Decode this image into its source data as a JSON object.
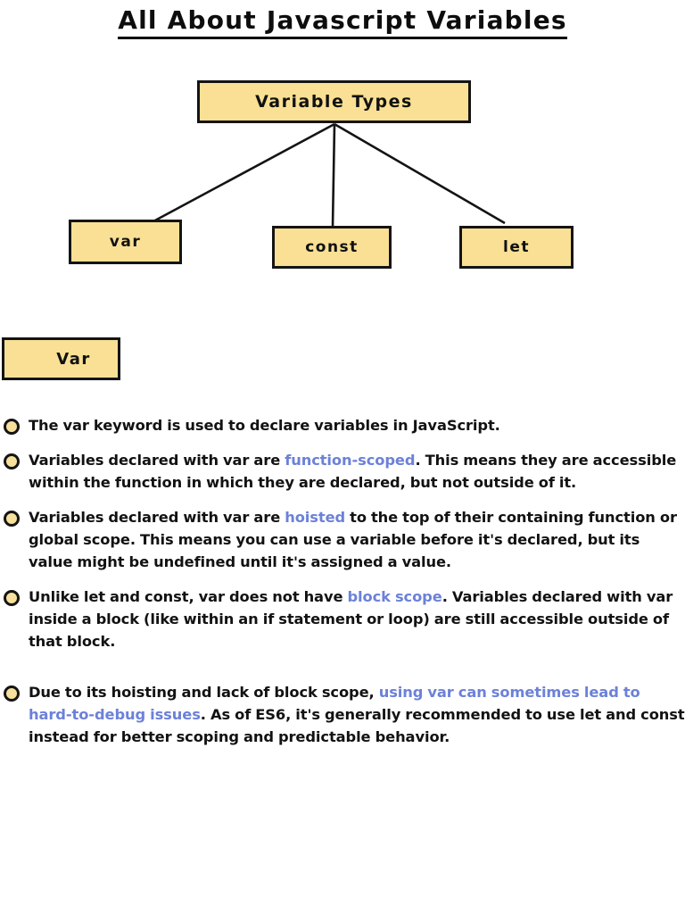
{
  "page": {
    "title": "All About Javascript Variables",
    "background_color": "#ffffff",
    "accent_color": "#6C81D8",
    "box_fill_color": "#F9E094",
    "box_border_color": "#141414"
  },
  "diagram": {
    "root": {
      "label": "Variable Types"
    },
    "children": [
      {
        "label": "var"
      },
      {
        "label": "const"
      },
      {
        "label": "let"
      }
    ]
  },
  "section": {
    "heading": "Var"
  },
  "bullets": [
    {
      "id": "bullet-declare",
      "segments": [
        {
          "text": "The var keyword is used to declare variables in JavaScript.",
          "accent": false
        }
      ]
    },
    {
      "id": "bullet-function-scoped",
      "segments": [
        {
          "text": "Variables declared with var are ",
          "accent": false
        },
        {
          "text": "function-scoped",
          "accent": true
        },
        {
          "text": ". This means they are accessible within the function in which they are declared, but not outside of it.",
          "accent": false
        }
      ]
    },
    {
      "id": "bullet-hoisted",
      "segments": [
        {
          "text": "Variables declared with var are ",
          "accent": false
        },
        {
          "text": "hoisted",
          "accent": true
        },
        {
          "text": " to the top of their containing function or global scope. This means you can use a variable before it's declared, but its value might be undefined until it's assigned a value.",
          "accent": false
        }
      ]
    },
    {
      "id": "bullet-block-scope",
      "segments": [
        {
          "text": "Unlike let and const, var does not have ",
          "accent": false
        },
        {
          "text": "block scope",
          "accent": true
        },
        {
          "text": ". Variables declared with var inside a block (like within an if statement or loop) are still accessible outside of that block.",
          "accent": false
        }
      ]
    },
    {
      "id": "bullet-hard-to-debug",
      "spaced": true,
      "segments": [
        {
          "text": "Due to its hoisting and lack of block scope, ",
          "accent": false
        },
        {
          "text": "using var can sometimes lead to hard-to-debug issues",
          "accent": true
        },
        {
          "text": ". As of ES6, it's generally recommended to use let and const instead for better scoping and predictable behavior.",
          "accent": false
        }
      ]
    }
  ]
}
